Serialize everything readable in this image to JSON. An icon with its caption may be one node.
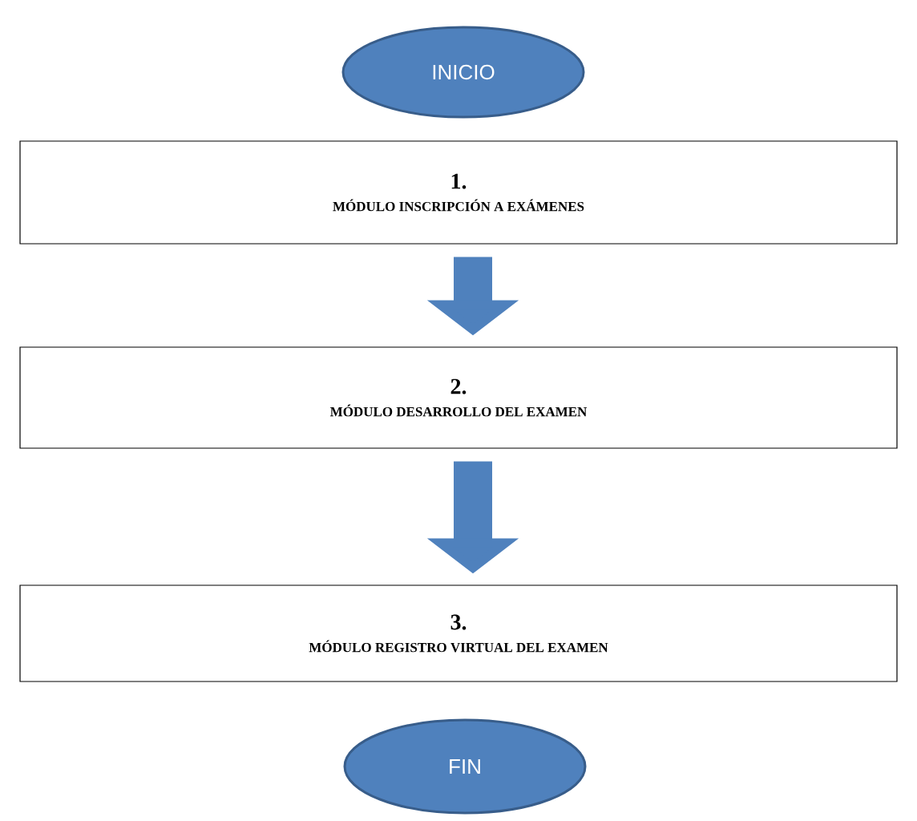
{
  "diagram": {
    "nodes": [
      {
        "text": [
          "INICIO"
        ]
      },
      {
        "text": [
          "1.",
          "MÓDULO INSCRIPCIÓN A EXÁMENES"
        ]
      },
      {
        "text": [
          "2.",
          "MÓDULO DESARROLLO DEL EXAMEN"
        ]
      },
      {
        "text": [
          "3.",
          "MÓDULO REGISTRO VIRTUAL DEL EXAMEN"
        ]
      },
      {
        "text": [
          "FIN"
        ]
      }
    ],
    "edges": [
      {
        "from": 1,
        "to": 2,
        "arrow": "to"
      },
      {
        "from": 2,
        "to": 3,
        "arrow": "to"
      }
    ]
  }
}
